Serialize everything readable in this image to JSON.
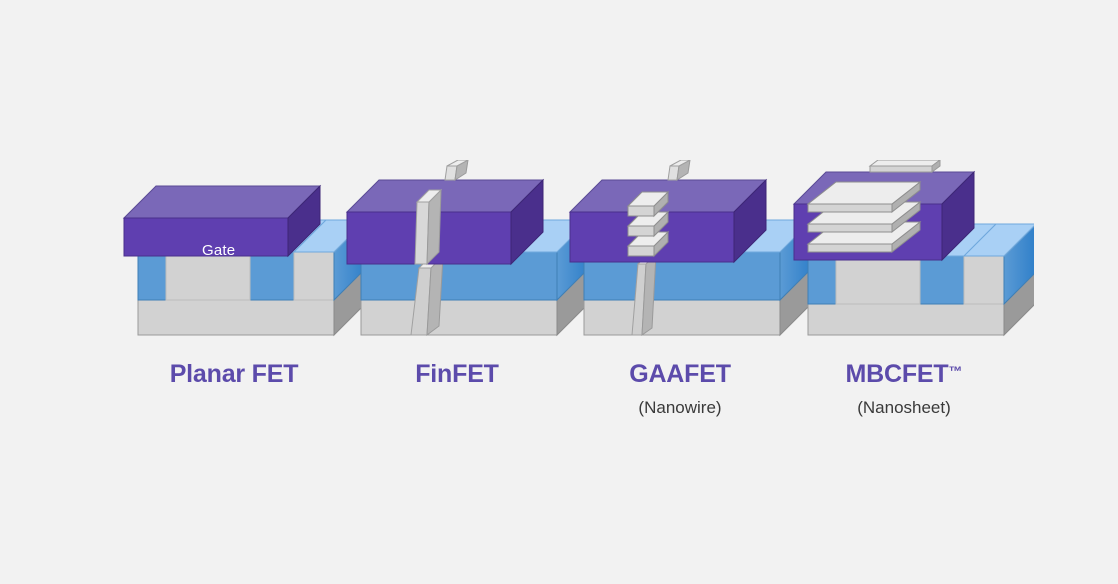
{
  "page": {
    "background_color": "#f2f2f2",
    "type": "transistor-architecture-evolution-diagram"
  },
  "palette": {
    "gate_front": "#5f3fb0",
    "gate_top": "#7a68b8",
    "gate_side": "#4a2f8c",
    "substrate_body": "#d2d2d2",
    "substrate_top": "#e8e8e8",
    "substrate_side": "#9a9a9a",
    "source_drain_top": "#a9d0f5",
    "source_drain_front": "#5b9bd5",
    "source_drain_side": "#2f7fc9",
    "channel_light": "#ededed",
    "channel_gray": "#b4b4b4",
    "channel_edge": "#8e8e8e",
    "title_color": "#5c4bab",
    "subtitle_color": "#3a3a3a",
    "gate_text_color": "#ffffff"
  },
  "diagram": {
    "items": [
      {
        "id": "planar-fet",
        "title": "Planar FET",
        "trademark": "",
        "subtitle": "",
        "gate_label": "Gate",
        "channel_type": "planar",
        "channel_count": 0
      },
      {
        "id": "finfet",
        "title": "FinFET",
        "trademark": "",
        "subtitle": "",
        "gate_label": "",
        "channel_type": "fin",
        "channel_count": 1
      },
      {
        "id": "gaafet",
        "title": "GAAFET",
        "trademark": "",
        "subtitle": "(Nanowire)",
        "gate_label": "",
        "channel_type": "nanowire",
        "channel_count": 3
      },
      {
        "id": "mbcfet",
        "title": "MBCFET",
        "trademark": "™",
        "subtitle": "(Nanosheet)",
        "gate_label": "",
        "channel_type": "nanosheet",
        "channel_count": 3
      }
    ]
  }
}
